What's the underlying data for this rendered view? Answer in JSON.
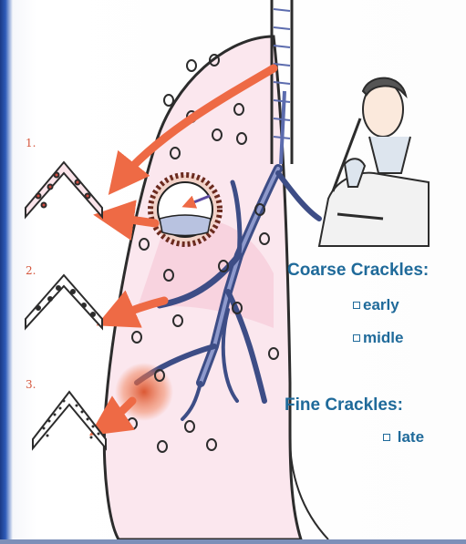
{
  "labels": {
    "coarse_title": "Coarse Crackles:",
    "coarse_items": [
      "early",
      "midle"
    ],
    "fine_title": "Fine Crackles:",
    "fine_items": [
      "late"
    ],
    "step_numbers": [
      "1.",
      "2.",
      "3."
    ]
  },
  "colors": {
    "label_text": "#1f6a9a",
    "arrow": "#ee6a45",
    "lung_fill": "#fbe7ee",
    "airway": "#5c6cae",
    "side_bar": "#1a3a86"
  },
  "icons": [
    "bullet-square-icon",
    "arrow-icon",
    "alveolus-fold-icon",
    "lung-icon",
    "doctor-figure-icon"
  ]
}
